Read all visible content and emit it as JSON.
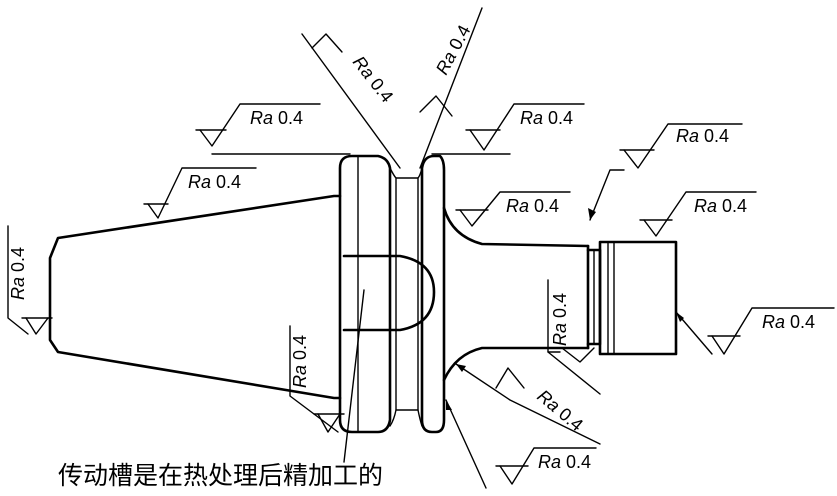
{
  "roughness": {
    "symbol": "Ra",
    "value": "0.4"
  },
  "caption": "传动槽是在热处理后精加工的"
}
